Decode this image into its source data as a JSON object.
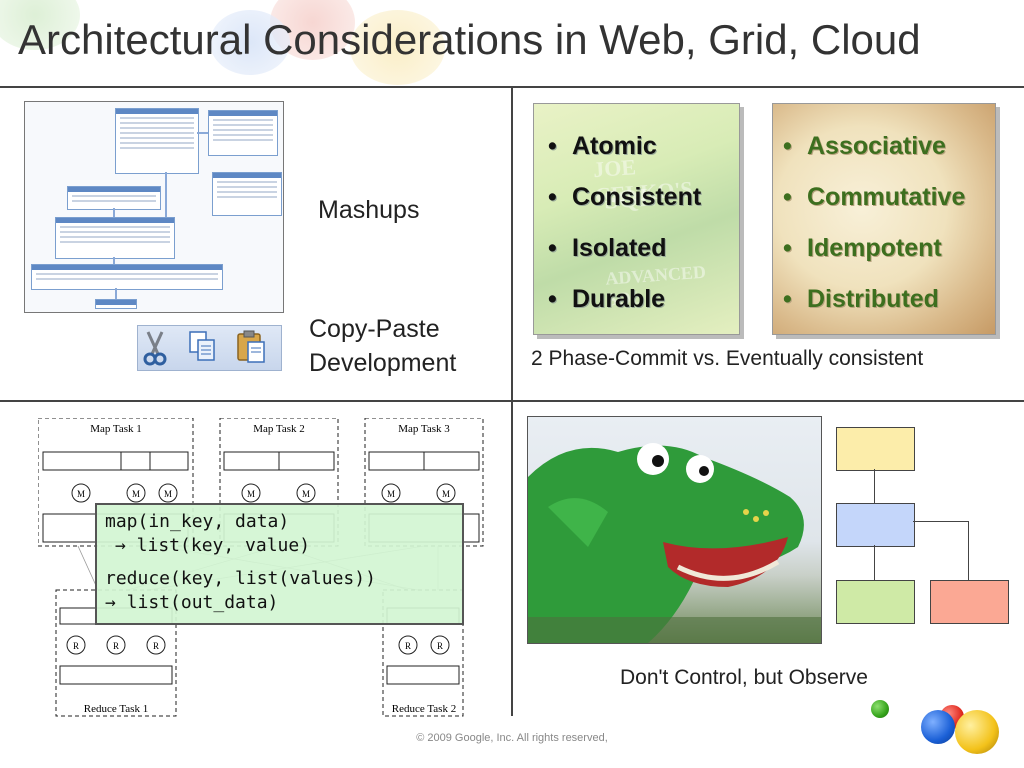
{
  "slide": {
    "title": "Architectural Considerations in Web, Grid, Cloud",
    "footer": "© 2009 Google, Inc. All rights reserved,"
  },
  "q1": {
    "mashups_label": "Mashups",
    "copy_paste_line1": "Copy-Paste",
    "copy_paste_line2": "Development",
    "toolbar_icons": [
      "scissors-icon",
      "copy-icon",
      "paste-icon"
    ]
  },
  "q2": {
    "acid_items": [
      "Atomic",
      "Consistent",
      "Isolated",
      "Durable"
    ],
    "base_items": [
      "Associative",
      "Commutative",
      "Idempotent",
      "Distributed"
    ],
    "caption": "2 Phase-Commit vs. Eventually consistent"
  },
  "q3": {
    "map_tasks": [
      "Map Task 1",
      "Map Task 2",
      "Map Task 3"
    ],
    "reduce_tasks": [
      "Reduce Task 1",
      "Reduce Task 2"
    ],
    "code_line1": "map(in_key, data)",
    "code_line2": "→ list(key, value)",
    "code_line3": "reduce(key, list(values))",
    "code_line4": "→ list(out_data)"
  },
  "q4": {
    "caption": "Don't Control, but Observe",
    "box_colors": {
      "top": "#fcedaa",
      "middle": "#c4d6fa",
      "left": "#cfeaa6",
      "right": "#fba894"
    }
  },
  "colors": {
    "ball_blue": "#1a5fd6",
    "ball_red": "#e02a20",
    "ball_yellow": "#f3c21a",
    "ball_green": "#35a41b"
  }
}
